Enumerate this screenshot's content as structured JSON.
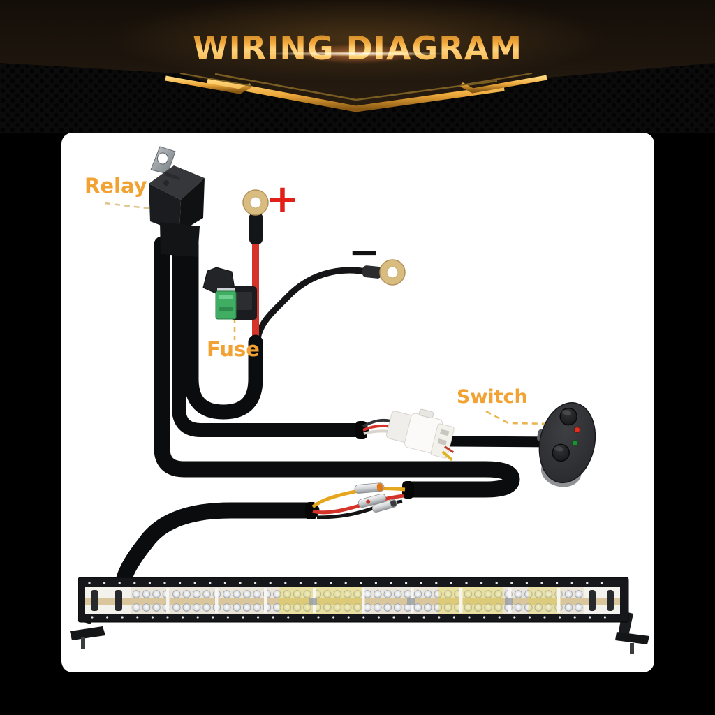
{
  "header": {
    "title": "WIRING DIAGRAM"
  },
  "diagram": {
    "labels": {
      "relay": "Relay",
      "fuse": "Fuse",
      "switch": "Switch"
    },
    "symbols": {
      "positive": "+",
      "negative": "−"
    }
  },
  "colors": {
    "page_black": "#000000",
    "panel_white": "#ffffff",
    "label_orange": "#f2a233",
    "plus_red": "#e2201a",
    "minus_black": "#111111",
    "gold_light": "#ffd27a",
    "gold_mid": "#f3a93c",
    "gold_deep": "#b97a1e",
    "wire_black": "#0d0e0f",
    "wire_red": "#d4342a",
    "wire_yellow": "#e5a61c",
    "brass": "#d8bc80",
    "fuse_green": "#3fae63",
    "led_red": "#e03020",
    "led_green": "#1f8f35"
  }
}
